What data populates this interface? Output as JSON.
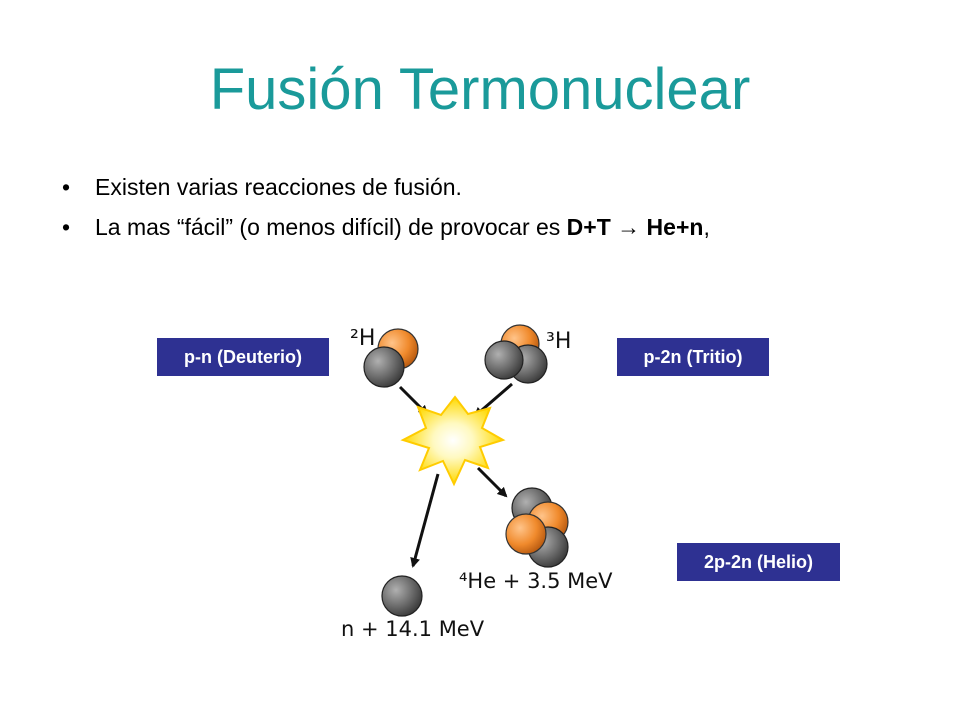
{
  "slide": {
    "title": "Fusión Termonuclear",
    "bullets": [
      {
        "text": "Existen varias reacciones de fusión."
      },
      {
        "text": "La mas “fácil” (o menos difícil) de provocar es ",
        "bold": "D+T → He+n",
        "suffix": ","
      }
    ],
    "bullet_glyph": "•"
  },
  "labels": {
    "deuterio": "p-n (Deuterio)",
    "tritio": "p-2n (Tritio)",
    "helio": "2p-2n (Helio)"
  },
  "diagram": {
    "h2": "²H",
    "h3": "³H",
    "he4": "⁴He + 3.5 MeV",
    "neutron": "n + 14.1 MeV",
    "colors": {
      "proton": "#f08a2c",
      "neutron": "#6a6a6a",
      "burst": "#ffe633",
      "box": "#2e3192",
      "title": "#1a9a9a"
    }
  }
}
